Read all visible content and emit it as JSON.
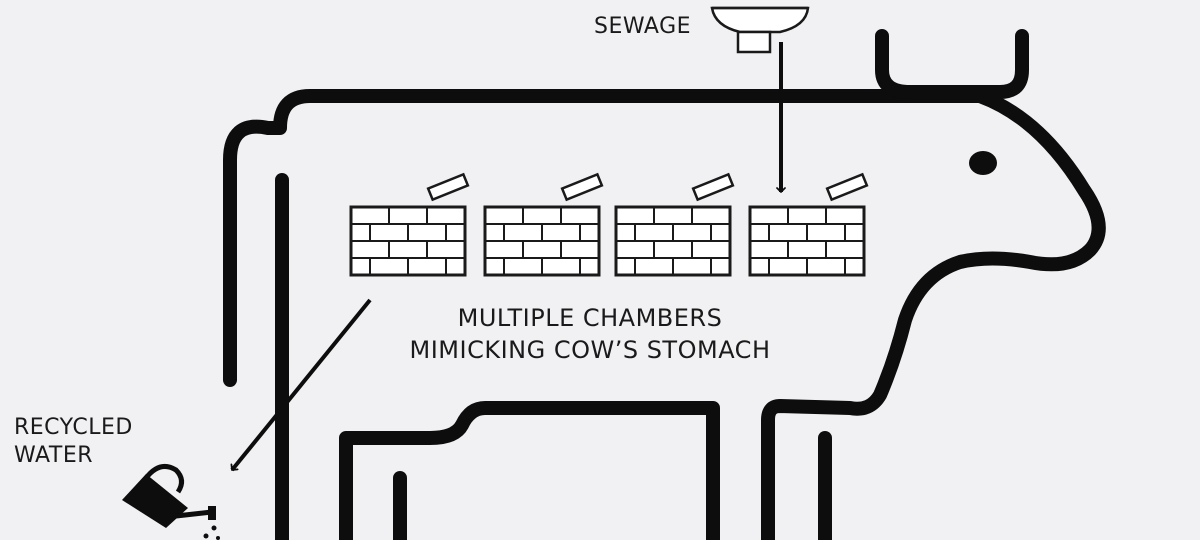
{
  "labels": {
    "sewage": "SEWAGE",
    "recycled_line1": "RECYCLED",
    "recycled_line2": "WATER",
    "caption_line1": "MULTIPLE CHAMBERS",
    "caption_line2": "MIMICKING COW’S STOMACH"
  },
  "icons": {
    "sewage_inlet": "toilet-sink-icon",
    "chambers": "brick-chamber-icon",
    "outlet": "watering-can-icon"
  },
  "colors": {
    "background": "#f1f1f3",
    "ink": "#0d0d0d"
  }
}
